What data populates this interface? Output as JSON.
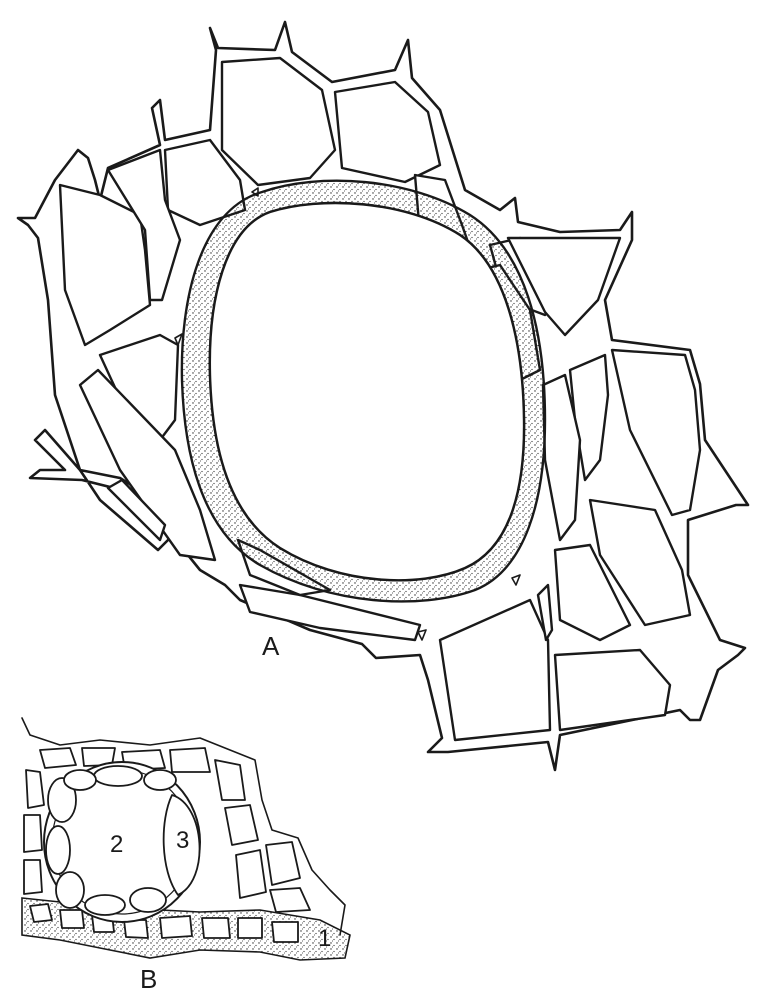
{
  "figure": {
    "labels": {
      "panel_a": "A",
      "panel_b": "B",
      "b_region_1": "1",
      "b_region_2": "2",
      "b_region_3": "3"
    },
    "colors": {
      "ink": "#1a1a1a",
      "paper": "#ffffff",
      "stipple": "#2a2a2a"
    }
  }
}
